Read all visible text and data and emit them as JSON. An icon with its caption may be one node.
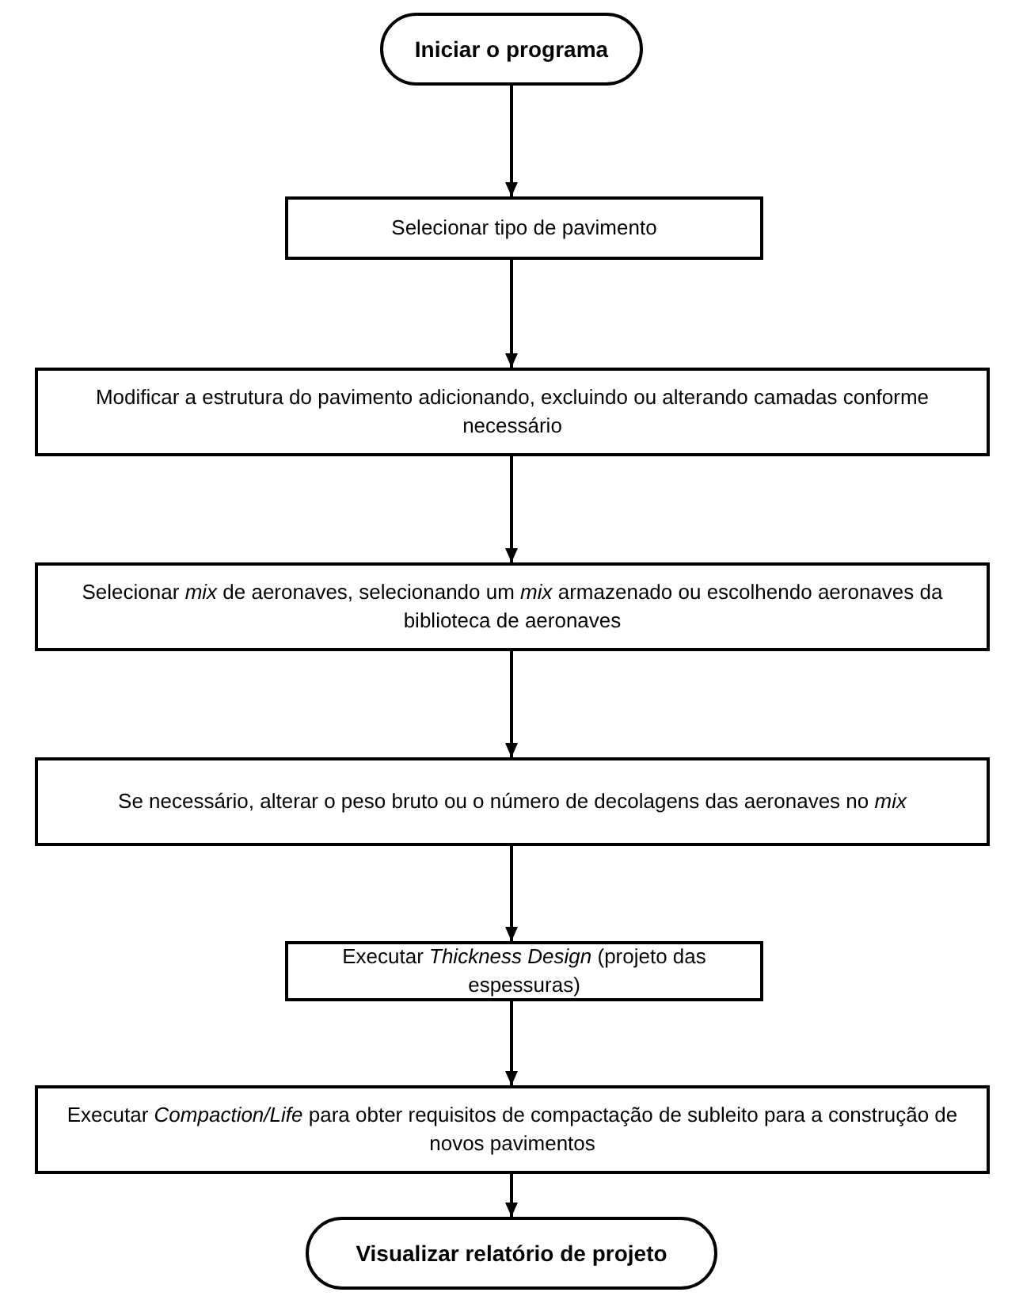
{
  "diagram": {
    "nodes": [
      {
        "text": [
          "Iniciar o programa"
        ]
      },
      {
        "text": [
          "Selecionar tipo de pavimento"
        ]
      },
      {
        "text": [
          "Modificar a estrutura do pavimento adicionando, excluindo ou alterando camadas conforme necessário"
        ]
      },
      {
        "text": [
          "Selecionar *mix* de aeronaves, selecionando um *mix* armazenado ou escolhendo aeronaves da biblioteca de aeronaves"
        ]
      },
      {
        "text": [
          "Se necessário, alterar o peso bruto ou o número de decolagens das aeronaves no *mix*"
        ]
      },
      {
        "text": [
          "Executar *Thickness Design* (projeto das espessuras)"
        ]
      },
      {
        "text": [
          "Executar *Compaction/Life* para obter requisitos de compactação de subleito para a construção de novos pavimentos"
        ]
      },
      {
        "text": [
          "Visualizar relatório de projeto"
        ]
      }
    ],
    "edges": [
      {
        "from": 0,
        "to": 1,
        "arrow": "to"
      },
      {
        "from": 1,
        "to": 2,
        "arrow": "to"
      },
      {
        "from": 2,
        "to": 3,
        "arrow": "to"
      },
      {
        "from": 3,
        "to": 4,
        "arrow": "to"
      },
      {
        "from": 4,
        "to": 5,
        "arrow": "to"
      },
      {
        "from": 5,
        "to": 6,
        "arrow": "to"
      },
      {
        "from": 6,
        "to": 7,
        "arrow": "to"
      }
    ]
  }
}
